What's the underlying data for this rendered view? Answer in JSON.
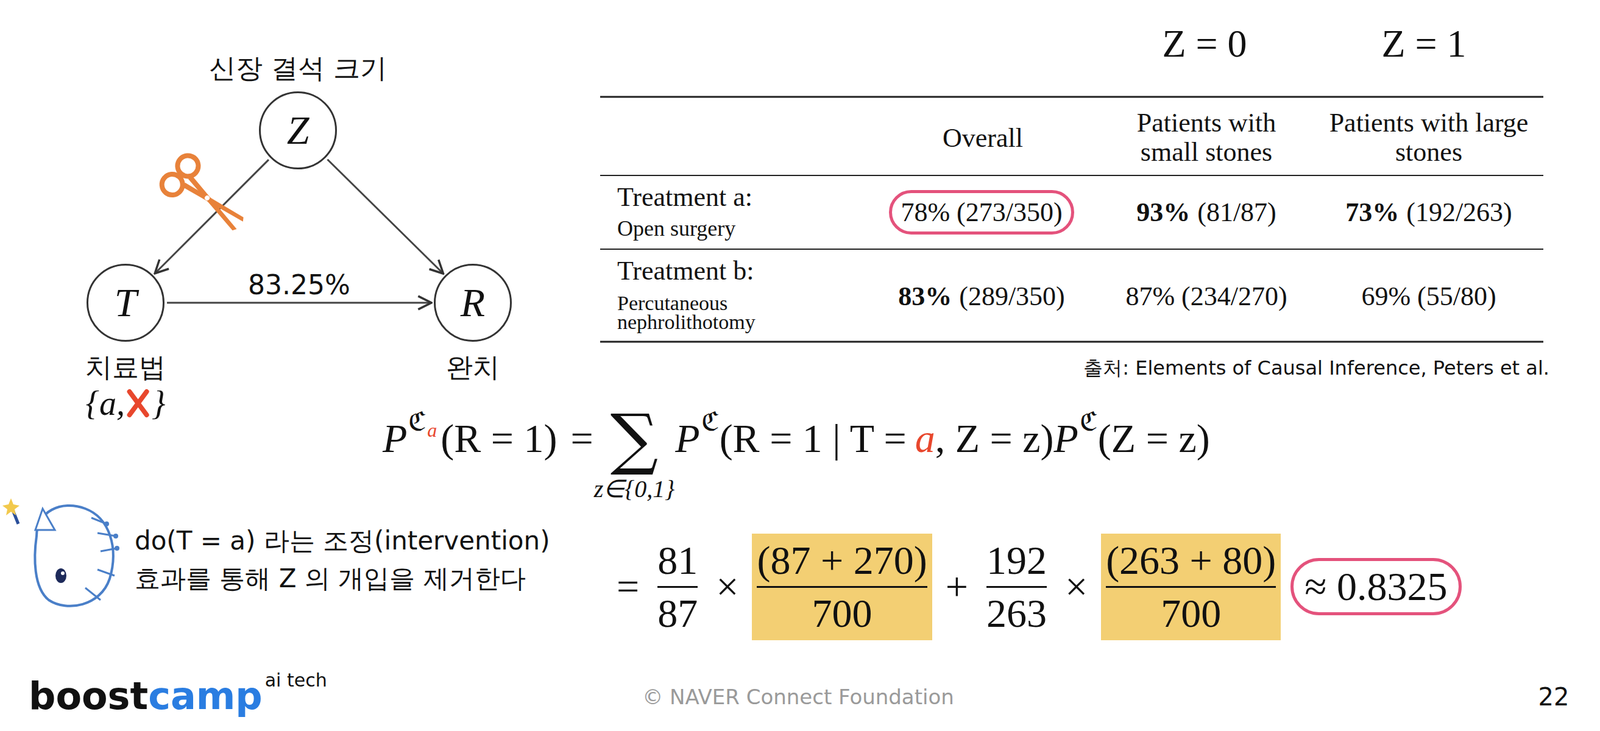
{
  "diagram": {
    "nodes": [
      {
        "text": [
          "Z",
          "신장 결석 크기"
        ]
      },
      {
        "text": [
          "T",
          "치료법",
          "{a,",
          "}"
        ]
      },
      {
        "text": [
          "R",
          "완치"
        ]
      }
    ],
    "edges": [
      {
        "from": 0,
        "to": 1,
        "arrow": "to"
      },
      {
        "from": 0,
        "to": 2,
        "arrow": "to"
      },
      {
        "from": 1,
        "to": 2,
        "arrow": "to",
        "label": "83.25%"
      }
    ],
    "labels": [
      "Z = 0",
      "Z = 1",
      "Overall",
      "Patients with small stones",
      "Patients with large stones",
      "Treatment a:",
      "Open surgery",
      "78% (273/350)",
      "93%",
      "(81/87)",
      "73%",
      "(192/263)",
      "Treatment b:",
      "Percutaneous nephrolithotomy",
      "83%",
      "(289/350)",
      "87% (234/270)",
      "69% (55/80)",
      "출처: Elements of Causal Inference, Peters et al.",
      "P",
      "ℭ",
      "a",
      "(R = 1)",
      "=",
      "∑",
      "z∈{0,1}",
      "P",
      "ℭ",
      "(R = 1 | T =",
      "a",
      ", Z = z)",
      "P",
      "ℭ",
      "(Z = z)",
      "=",
      "81",
      "87",
      "×",
      "(87 + 270)",
      "700",
      "+",
      "192",
      "263",
      "×",
      "(263 + 80)",
      "700",
      "≈ 0.8325",
      "do(T = a) 라는 조정(intervention)",
      "효과를 통해 Z 의 개입을 제거한다",
      "boost",
      "camp",
      "ai tech",
      "© NAVER Connect Foundation",
      "22"
    ]
  }
}
